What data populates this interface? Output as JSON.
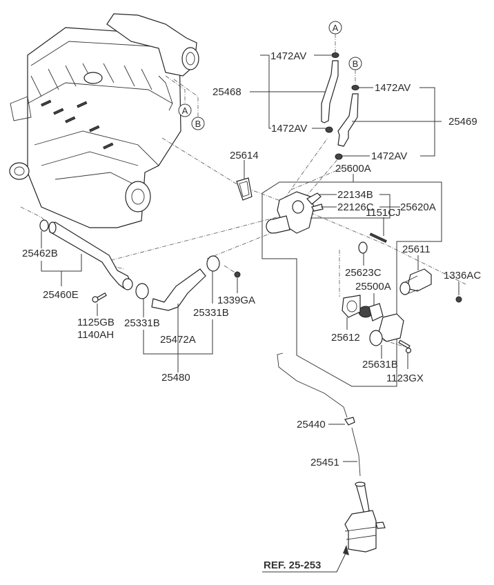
{
  "diagram": {
    "title": "Engine cooling water pipe & hose assembly (exploded parts view)",
    "reference_label": "REF. 25-253",
    "connection_markers": [
      "A",
      "B"
    ],
    "labels": {
      "l_1472av_top_a": "1472AV",
      "l_25468": "25468",
      "l_1472av_bottom_a": "1472AV",
      "l_1472av_top_b": "1472AV",
      "l_25469": "25469",
      "l_1472av_bottom_b": "1472AV",
      "l_25614": "25614",
      "l_25600a": "25600A",
      "l_22134b": "22134B",
      "l_22126c": "22126C",
      "l_25620a": "25620A",
      "l_1151cj": "1151CJ",
      "l_25611": "25611",
      "l_25623c": "25623C",
      "l_1336ac": "1336AC",
      "l_25500a": "25500A",
      "l_25612": "25612",
      "l_25631b": "25631B",
      "l_1123gx": "1123GX",
      "l_25462b": "25462B",
      "l_25460e": "25460E",
      "l_1125gb": "1125GB",
      "l_1140ah": "1140AH",
      "l_25331b_left": "25331B",
      "l_25331b_right": "25331B",
      "l_1339ga": "1339GA",
      "l_25472a": "25472A",
      "l_25480": "25480",
      "l_25440": "25440",
      "l_25451": "25451"
    },
    "parts": [
      {
        "no": "1472AV",
        "desc": "Hose clamp (x4)"
      },
      {
        "no": "25468",
        "desc": "Hose A"
      },
      {
        "no": "25469",
        "desc": "Hose B"
      },
      {
        "no": "25614",
        "desc": "Gasket"
      },
      {
        "no": "25600A",
        "desc": "Thermostat housing assembly"
      },
      {
        "no": "25620A",
        "desc": "Water outlet fitting"
      },
      {
        "no": "22134B",
        "desc": "Nipple"
      },
      {
        "no": "22126C",
        "desc": "Nipple"
      },
      {
        "no": "1151CJ",
        "desc": "Stud bolt"
      },
      {
        "no": "25611",
        "desc": "Water outlet"
      },
      {
        "no": "25623C",
        "desc": "O-ring"
      },
      {
        "no": "1336AC",
        "desc": "Nut"
      },
      {
        "no": "25500A",
        "desc": "Thermostat"
      },
      {
        "no": "25612",
        "desc": "Gasket"
      },
      {
        "no": "25631B",
        "desc": "Water inlet fitting"
      },
      {
        "no": "1123GX",
        "desc": "Bolt"
      },
      {
        "no": "25462B",
        "desc": "O-ring"
      },
      {
        "no": "25460E",
        "desc": "Water inlet pipe"
      },
      {
        "no": "1125GB",
        "desc": "Bolt"
      },
      {
        "no": "1140AH",
        "desc": "Bolt"
      },
      {
        "no": "25331B",
        "desc": "Hose clamp (x2)"
      },
      {
        "no": "1339GA",
        "desc": "Nut"
      },
      {
        "no": "25472A",
        "desc": "Radiator hose"
      },
      {
        "no": "25480",
        "desc": "Hose assembly"
      },
      {
        "no": "25440",
        "desc": "Clip"
      },
      {
        "no": "25451",
        "desc": "Reservoir hose"
      }
    ]
  }
}
